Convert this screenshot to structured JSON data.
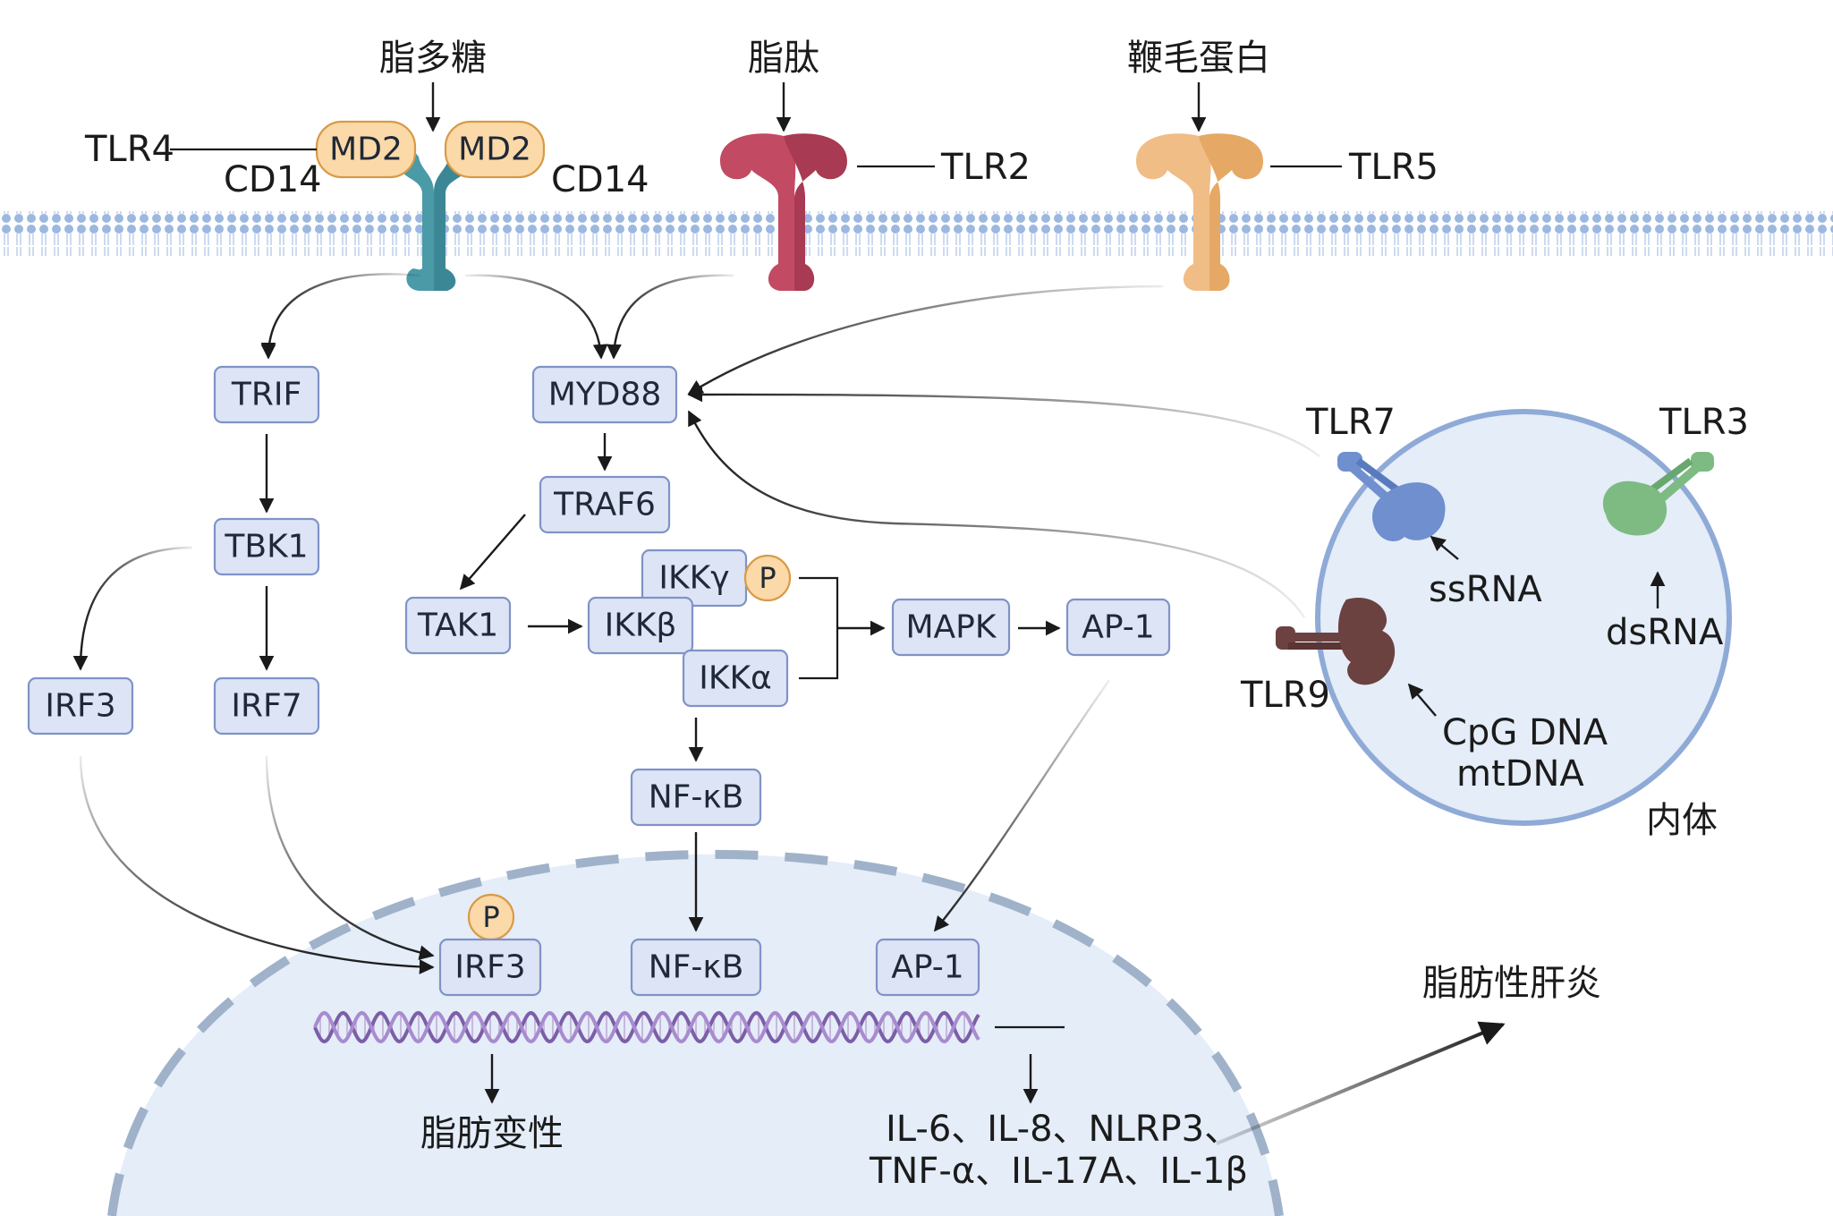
{
  "ligands": {
    "lps": "脂多糖",
    "lipopeptide": "脂肽",
    "flagellin": "鞭毛蛋白"
  },
  "receptors": {
    "tlr4": "TLR4",
    "tlr2": "TLR2",
    "tlr5": "TLR5",
    "tlr7": "TLR7",
    "tlr3": "TLR3",
    "tlr9": "TLR9"
  },
  "coreceptors": {
    "md2_left": "MD2",
    "md2_right": "MD2",
    "cd14_left": "CD14",
    "cd14_right": "CD14"
  },
  "nodes": {
    "trif": "TRIF",
    "myd88": "MYD88",
    "traf6": "TRAF6",
    "tbk1": "TBK1",
    "tak1": "TAK1",
    "ikkg": "IKKγ",
    "ikkb": "IKKβ",
    "ikka": "IKKα",
    "mapk": "MAPK",
    "ap1_cyto": "AP-1",
    "irf3_cyto": "IRF3",
    "irf7": "IRF7",
    "nfkb_cyto": "NF-κB",
    "irf3_nuc": "IRF3",
    "nfkb_nuc": "NF-κB",
    "ap1_nuc": "AP-1"
  },
  "phospho": "P",
  "endosome": {
    "label": "内体",
    "ssrna": "ssRNA",
    "dsrna": "dsRNA",
    "cpg_line1": "CpG DNA",
    "cpg_line2": "mtDNA"
  },
  "outcomes": {
    "steatosis": "脂肪变性",
    "cytokines_line1": "IL-6、IL-8、NLRP3、",
    "cytokines_line2": "TNF-α、IL-17A、IL-1β",
    "nash": "脂肪性肝炎"
  },
  "colors": {
    "membrane": "#9cb8e0",
    "tlr4": "#4a9aa8",
    "tlr2": "#c24a63",
    "tlr5": "#f0bd86",
    "tlr7": "#6f8fcf",
    "tlr3": "#7dbb83",
    "tlr9": "#6b4240",
    "nucleus": "#e4edf8",
    "node_fill": "#dde4f5",
    "md2_fill": "#fbd9a8"
  }
}
